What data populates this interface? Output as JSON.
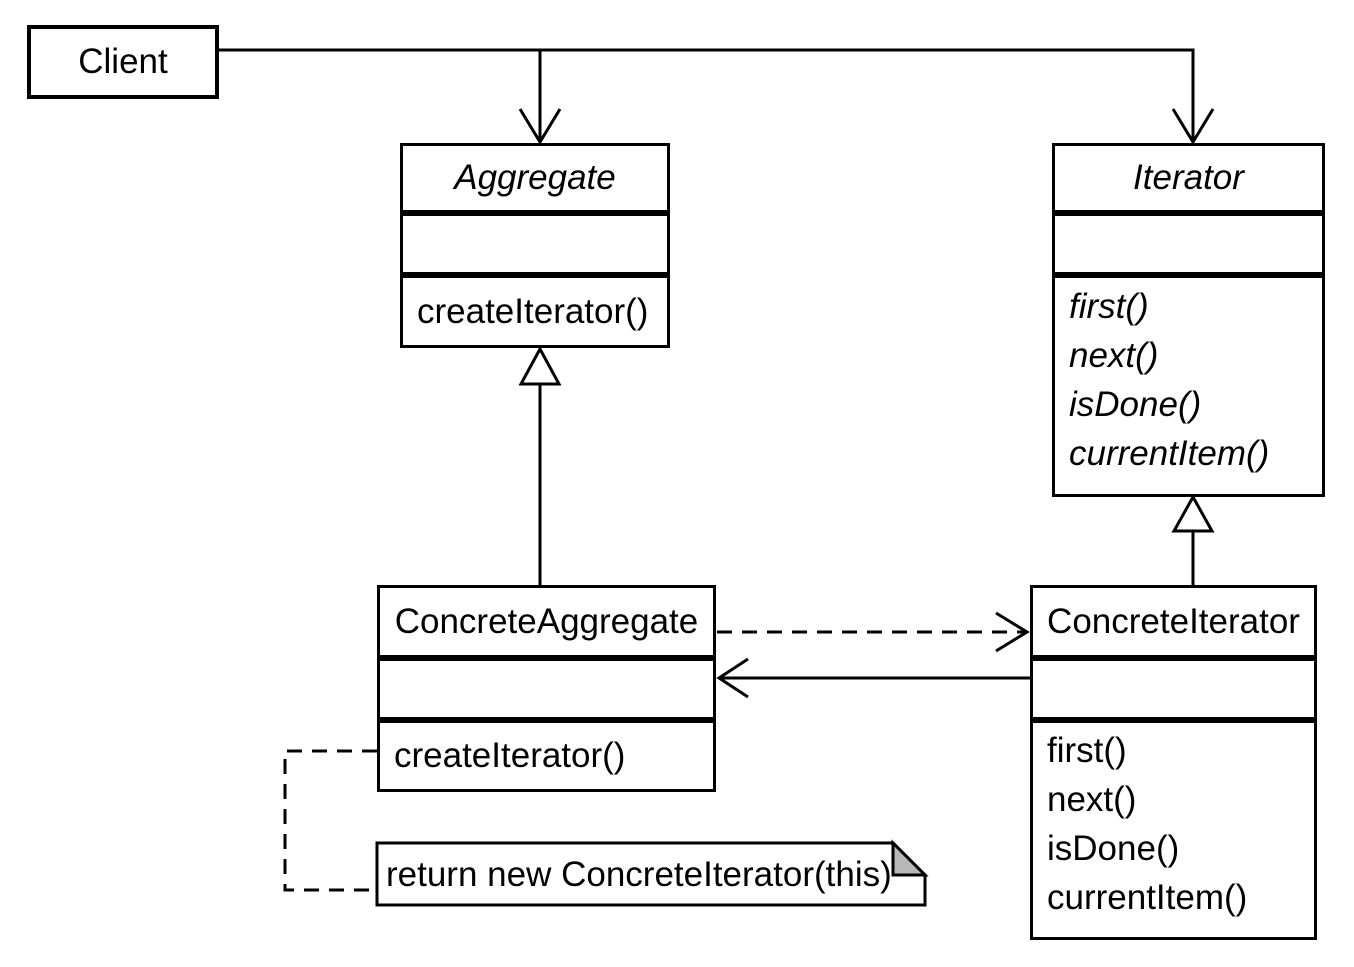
{
  "client": {
    "label": "Client"
  },
  "classes": {
    "aggregate": {
      "name": "Aggregate",
      "abstract": true,
      "methods": [
        "createIterator()"
      ]
    },
    "iterator": {
      "name": "Iterator",
      "abstract": true,
      "methods": [
        "first()",
        "next()",
        "isDone()",
        "currentItem()"
      ]
    },
    "concrete_aggregate": {
      "name": "ConcreteAggregate",
      "abstract": false,
      "methods": [
        "createIterator()"
      ]
    },
    "concrete_iterator": {
      "name": "ConcreteIterator",
      "abstract": false,
      "methods": [
        "first()",
        "next()",
        "isDone()",
        "currentItem()"
      ]
    }
  },
  "note": {
    "text": "return new ConcreteIterator(this)"
  },
  "relationships": {
    "client_to_aggregate": "association-arrow",
    "client_to_iterator": "association-arrow",
    "concrete_aggregate_to_aggregate": "generalization",
    "concrete_iterator_to_iterator": "generalization",
    "concrete_aggregate_to_concrete_iterator": "dashed-dependency-arrow",
    "concrete_iterator_to_concrete_aggregate": "association-arrow",
    "note_to_create_iterator": "dashed-note-anchor"
  },
  "colors": {
    "line": "#000000",
    "background": "#ffffff",
    "note_fold": "#b8b8b8"
  }
}
